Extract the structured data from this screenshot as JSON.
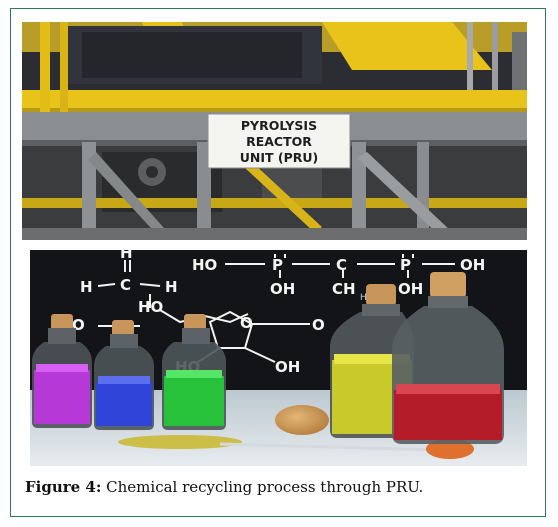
{
  "figure": {
    "top_photo": {
      "sign_line1": "PYROLYSIS",
      "sign_line2": "REACTOR",
      "sign_line3": "UNIT (PRU)"
    },
    "bottom_photo": {
      "formula_atoms": {
        "h": "H",
        "c": "C",
        "o": "O",
        "p": "P",
        "ho": "HO",
        "oh": "OH",
        "ch": "CH",
        "h3c": "H₃C"
      }
    },
    "caption_label": "Figure 4:",
    "caption_text": " Chemical recycling process through PRU.",
    "colors": {
      "frame_border": "#2f7d54",
      "frame_yellow": "#e8c31a",
      "steel_grey": "#7e8284",
      "chalk_background": "#121417"
    }
  }
}
